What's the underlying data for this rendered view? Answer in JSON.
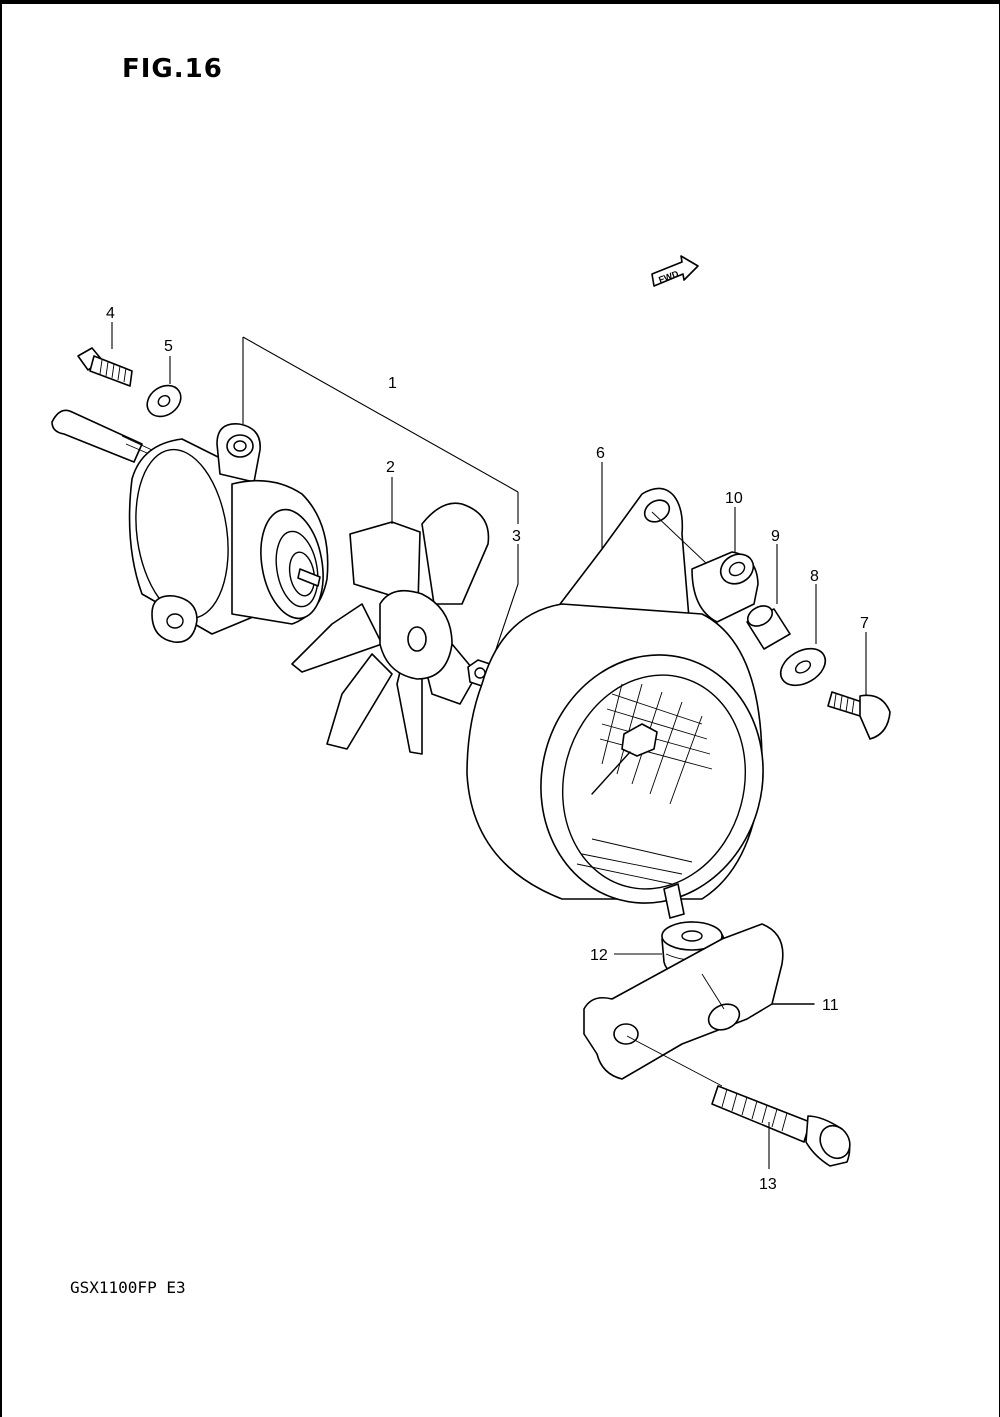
{
  "figure": {
    "title": "FIG.16",
    "model": "GSX1100FP  E3",
    "fwd_label": "FWD"
  },
  "callouts": [
    "1",
    "2",
    "3",
    "4",
    "5",
    "6",
    "7",
    "8",
    "9",
    "10",
    "11",
    "12",
    "13"
  ]
}
